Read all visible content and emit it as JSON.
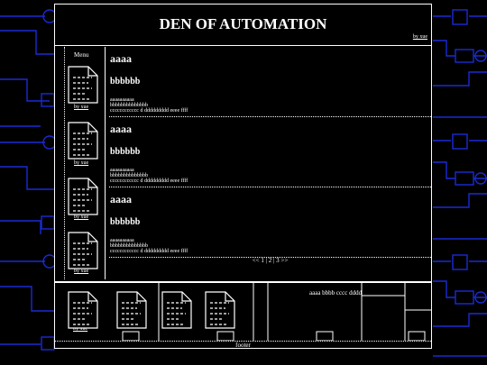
{
  "header": {
    "title": "DEN OF AUTOMATION",
    "by": "by xue"
  },
  "sidebar": {
    "menu_label": "Menu",
    "by_labels": [
      "by xue",
      "by xue",
      "by xue",
      "by xue"
    ]
  },
  "posts": [
    {
      "title": "aaaa",
      "subtitle": "bbbbbb",
      "lines": [
        "aaaaaaaaaa",
        "bbbbbbbbbbbbbb",
        "cccccccccccc d ddddddddd eeee ffff"
      ]
    },
    {
      "title": "aaaa",
      "subtitle": "bbbbbb",
      "lines": [
        "aaaaaaaaaa",
        "bbbbbbbbbbbbbb",
        "cccccccccccc d ddddddddd eeee ffff"
      ]
    },
    {
      "title": "aaaa",
      "subtitle": "bbbbbb",
      "lines": [
        "aaaaaaaaaa",
        "bbbbbbbbbbbbbb",
        "cccccccccccc d ddddddddd eeee ffff"
      ]
    }
  ],
  "pager": "<< 1 | 2 | 3 >>",
  "lower": {
    "text": "aaaa bbbb cccc dddd",
    "by": "by xue"
  },
  "footer": "footer",
  "colors": {
    "background": "#000000",
    "foreground": "#ffffff",
    "circuit": "#1a2bd4"
  },
  "icons": [
    "document-icon"
  ]
}
